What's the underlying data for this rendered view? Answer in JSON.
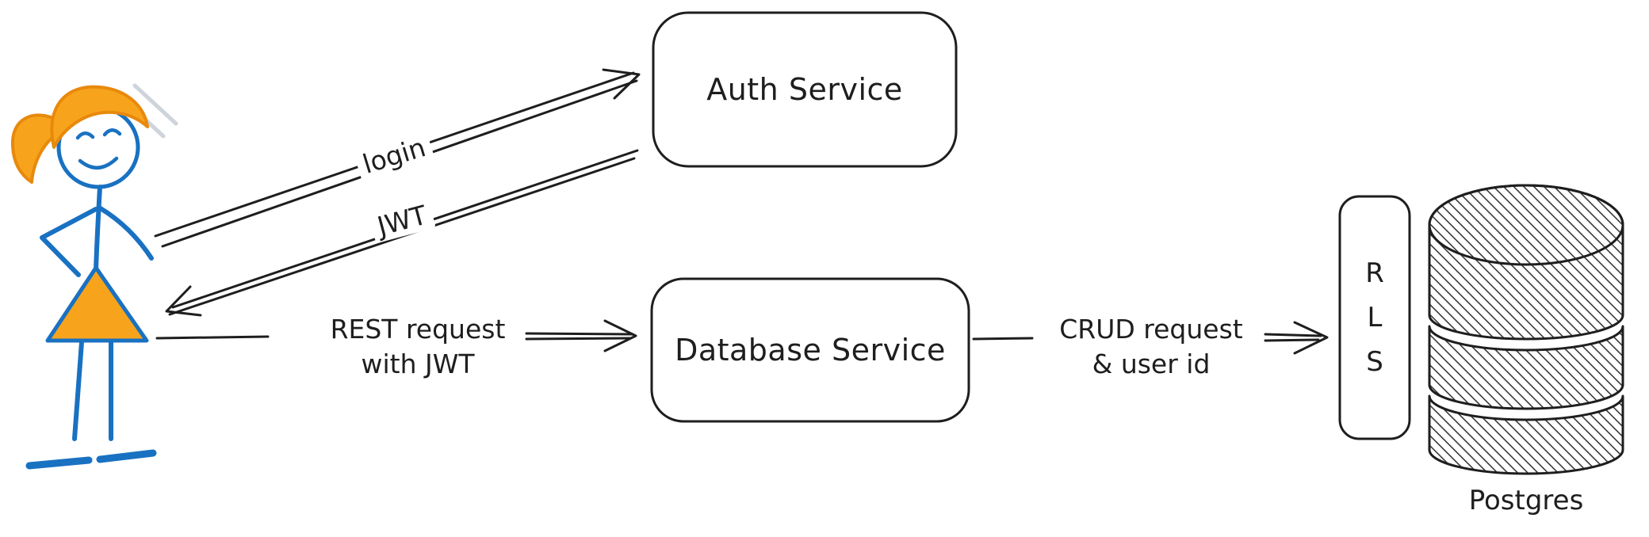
{
  "nodes": {
    "auth_service": {
      "label": "Auth Service"
    },
    "database_service": {
      "label": "Database Service"
    },
    "rls": {
      "letters": [
        "R",
        "L",
        "S"
      ]
    },
    "postgres": {
      "label": "Postgres"
    }
  },
  "arrows": {
    "login": {
      "label": "login",
      "from": "user",
      "to": "auth-service"
    },
    "jwt": {
      "label": "JWT",
      "from": "auth-service",
      "to": "user"
    },
    "rest": {
      "line1": "REST request",
      "line2": "with JWT",
      "from": "user",
      "to": "database-service"
    },
    "crud": {
      "line1": "CRUD request",
      "line2": "& user id",
      "from": "database-service",
      "to": "rls"
    }
  },
  "actor": {
    "role": "user"
  },
  "colors": {
    "ink": "#1e1e1e",
    "blue": "#1971c2",
    "orange": "#f7a41c",
    "orange_stroke": "#e8890c",
    "sketch_gray": "#ced4da"
  }
}
